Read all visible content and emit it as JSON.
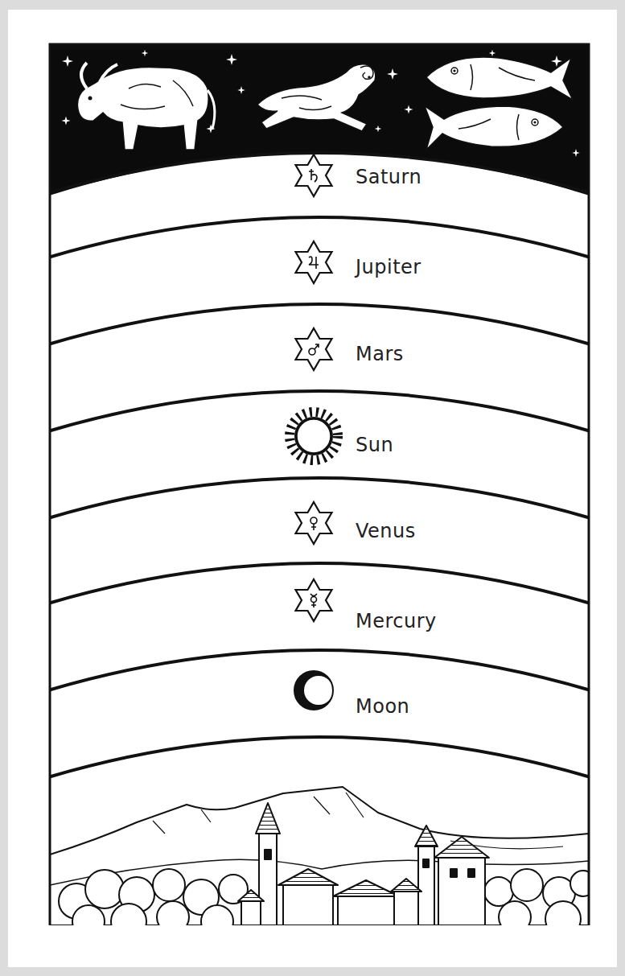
{
  "diagram": {
    "nodes": [
      {
        "text": [
          "Saturn"
        ]
      },
      {
        "text": [
          "Jupiter"
        ]
      },
      {
        "text": [
          "Mars"
        ]
      },
      {
        "text": [
          "Sun"
        ]
      },
      {
        "text": [
          "Venus"
        ]
      },
      {
        "text": [
          "Mercury"
        ]
      },
      {
        "text": [
          "Moon"
        ]
      }
    ]
  }
}
